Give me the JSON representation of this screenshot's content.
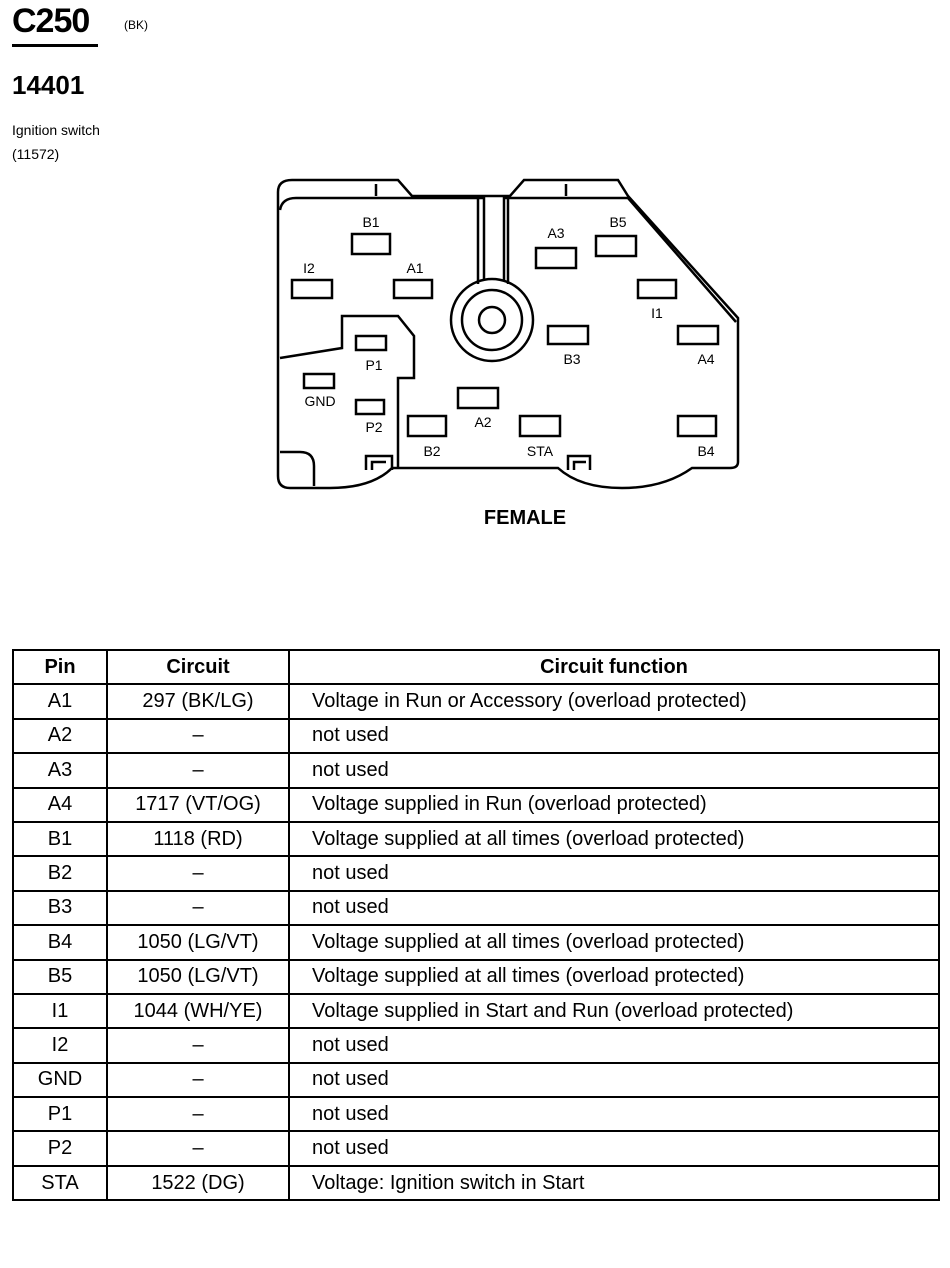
{
  "header": {
    "connector_id": "C250",
    "connector_color": "(BK)",
    "part_number": "14401",
    "part_name": "Ignition switch",
    "part_code": "(11572)"
  },
  "diagram": {
    "view_label": "FEMALE",
    "pins": [
      "B1",
      "I2",
      "A1",
      "A3",
      "B5",
      "I1",
      "A4",
      "B3",
      "P1",
      "GND",
      "P2",
      "A2",
      "B2",
      "STA",
      "B4"
    ]
  },
  "table": {
    "headers": [
      "Pin",
      "Circuit",
      "Circuit function"
    ],
    "rows": [
      {
        "pin": "A1",
        "circuit": "297 (BK/LG)",
        "function": "Voltage in Run or Accessory (overload protected)"
      },
      {
        "pin": "A2",
        "circuit": "–",
        "function": "not used"
      },
      {
        "pin": "A3",
        "circuit": "–",
        "function": "not used"
      },
      {
        "pin": "A4",
        "circuit": "1717 (VT/OG)",
        "function": "Voltage supplied in Run (overload protected)"
      },
      {
        "pin": "B1",
        "circuit": "1118 (RD)",
        "function": "Voltage supplied at all times (overload protected)"
      },
      {
        "pin": "B2",
        "circuit": "–",
        "function": "not used"
      },
      {
        "pin": "B3",
        "circuit": "–",
        "function": "not used"
      },
      {
        "pin": "B4",
        "circuit": "1050 (LG/VT)",
        "function": "Voltage supplied at all times (overload protected)"
      },
      {
        "pin": "B5",
        "circuit": "1050 (LG/VT)",
        "function": "Voltage supplied at all times (overload protected)"
      },
      {
        "pin": "I1",
        "circuit": "1044 (WH/YE)",
        "function": "Voltage supplied in Start and Run (overload protected)"
      },
      {
        "pin": "I2",
        "circuit": "–",
        "function": "not used"
      },
      {
        "pin": "GND",
        "circuit": "–",
        "function": "not used"
      },
      {
        "pin": "P1",
        "circuit": "–",
        "function": "not used"
      },
      {
        "pin": "P2",
        "circuit": "–",
        "function": "not used"
      },
      {
        "pin": "STA",
        "circuit": "1522 (DG)",
        "function": "Voltage: Ignition switch in Start"
      }
    ]
  }
}
